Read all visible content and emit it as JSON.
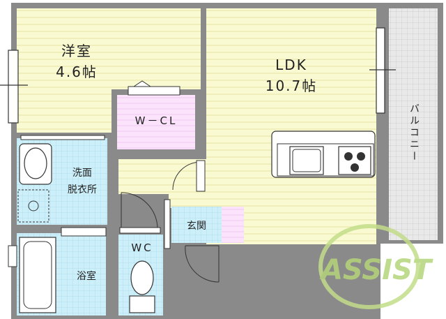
{
  "rooms": {
    "western": {
      "name": "洋室",
      "size": "4.6帖"
    },
    "ldk": {
      "name": "LDK",
      "size": "10.7帖"
    },
    "wcl": {
      "name": "W－CL"
    },
    "balcony": {
      "name": "バルコニー"
    },
    "washroom": {
      "name_line1": "洗面",
      "name_line2": "脱衣所"
    },
    "entrance": {
      "name": "玄関"
    },
    "wc": {
      "name": "WC"
    },
    "bath": {
      "name": "浴室"
    }
  },
  "logo": {
    "text": "ASSIST"
  },
  "colors": {
    "wall": "#8a8a8a",
    "living_floor": "#fafad2",
    "closet_floor": "#fbe3fb",
    "wet_floor": "#cdeff9",
    "balcony_floor": "#e9e9e9",
    "logo_green": "#c3dd8a"
  }
}
